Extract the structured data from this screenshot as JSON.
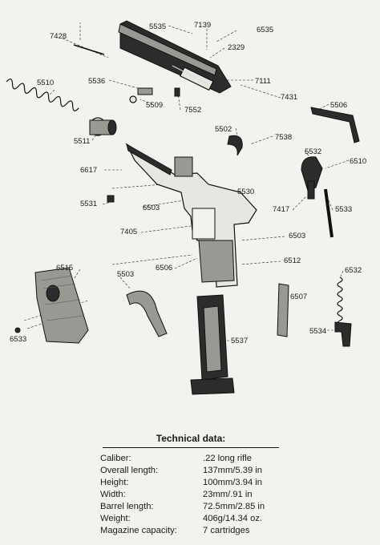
{
  "parts": {
    "p5535": "5535",
    "p7139": "7139",
    "p6535": "6535",
    "p2329": "2329",
    "p7428": "7428",
    "p5510": "5510",
    "p5536": "5536",
    "p7111": "7111",
    "p5509": "5509",
    "p7552": "7552",
    "p7431": "7431",
    "p5506": "5506",
    "p5502": "5502",
    "p7538": "7538",
    "p5511": "5511",
    "p5532": "5532",
    "p6510": "6510",
    "p6617": "6617",
    "p5530": "5530",
    "p5531": "5531",
    "p6503a": "6503",
    "p7417": "7417",
    "p5533": "5533",
    "p7405": "7405",
    "p6503b": "6503",
    "p6515": "6515",
    "p6506": "6506",
    "p6512": "6512",
    "p5503": "5503",
    "p6532": "6532",
    "p6507": "6507",
    "p6533": "6533",
    "p5537": "5537",
    "p5534": "5534"
  },
  "tech": {
    "title": "Technical data:",
    "rows": [
      {
        "label": "Caliber:",
        "value": ".22 long rifle"
      },
      {
        "label": "Overall length:",
        "value": "137mm/5.39 in"
      },
      {
        "label": "Height:",
        "value": "100mm/3.94 in"
      },
      {
        "label": "Width:",
        "value": "23mm/.91 in"
      },
      {
        "label": "Barrel length:",
        "value": "72.5mm/2.85 in"
      },
      {
        "label": "Weight:",
        "value": "406g/14.34 oz."
      },
      {
        "label": "Magazine capacity:",
        "value": "7 cartridges"
      }
    ]
  }
}
